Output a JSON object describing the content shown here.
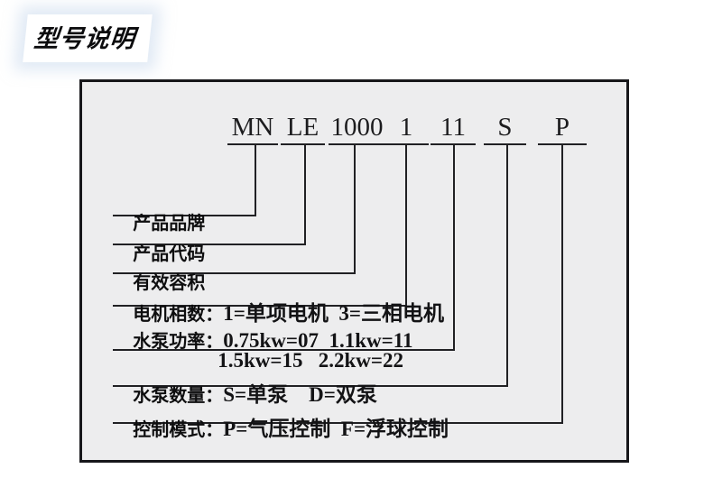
{
  "page": {
    "title": "型号说明",
    "colors": {
      "line": "#212124",
      "box_border": "#17171a",
      "box_background": "#ededee",
      "page_background": "#ffffff",
      "text": "#0e0e0f"
    }
  },
  "model_code": {
    "segments": [
      {
        "text": "MN",
        "maps_to": "产品品牌"
      },
      {
        "text": "LE",
        "maps_to": "产品代码"
      },
      {
        "text": "1000",
        "maps_to": "有效容积"
      },
      {
        "text": "1",
        "maps_to": "电机相数"
      },
      {
        "text": "11",
        "maps_to": "水泵功率"
      },
      {
        "text": "S",
        "maps_to": "水泵数量"
      },
      {
        "text": "P",
        "maps_to": "控制模式"
      }
    ]
  },
  "explanations": [
    {
      "label": "产品品牌",
      "value": ""
    },
    {
      "label": "产品代码",
      "value": ""
    },
    {
      "label": "有效容积",
      "value": ""
    },
    {
      "label": "电机相数：",
      "value": "1=单项电机  3=三相电机"
    },
    {
      "label": "水泵功率：",
      "value": "0.75kw=07  1.1kw=11",
      "value2": "1.5kw=15   2.2kw=22"
    },
    {
      "label": "水泵数量：",
      "value": "S=单泵    D=双泵"
    },
    {
      "label": "控制模式：",
      "value": "P=气压控制  F=浮球控制"
    }
  ]
}
